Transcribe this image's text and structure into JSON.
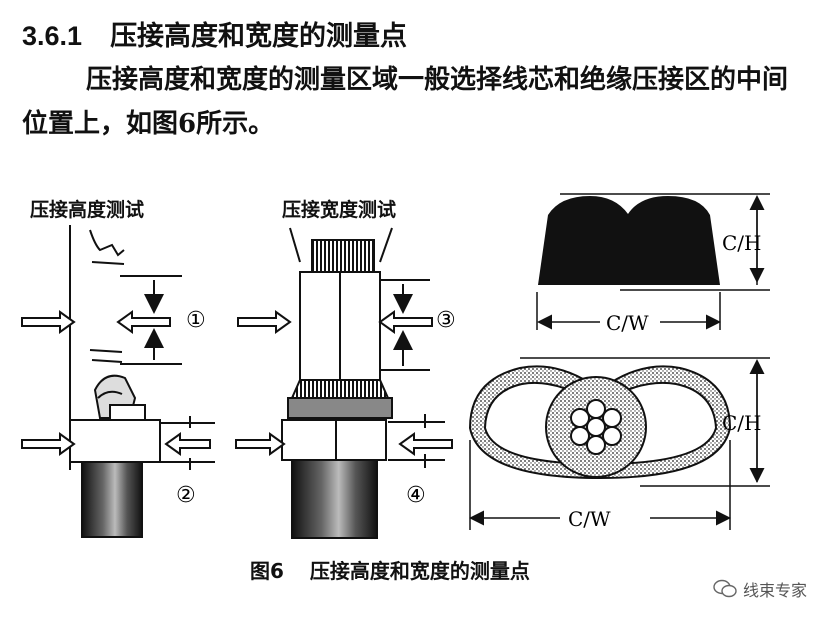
{
  "section": {
    "number": "3.6.1",
    "title": "压接高度和宽度的测量点"
  },
  "paragraph": "压接高度和宽度的测量区域一般选择线芯和绝缘压接区的中间位置上，如图6所示。",
  "figure": {
    "height_test_label": "压接高度测试",
    "width_test_label": "压接宽度测试",
    "markers": [
      "①",
      "②",
      "③",
      "④"
    ],
    "dim_ch": "C/H",
    "dim_cw": "C/W",
    "caption_number": "图6",
    "caption_text": "压接高度和宽度的测量点"
  },
  "watermark": {
    "text": "线束专家",
    "icon": "wechat-icon"
  }
}
